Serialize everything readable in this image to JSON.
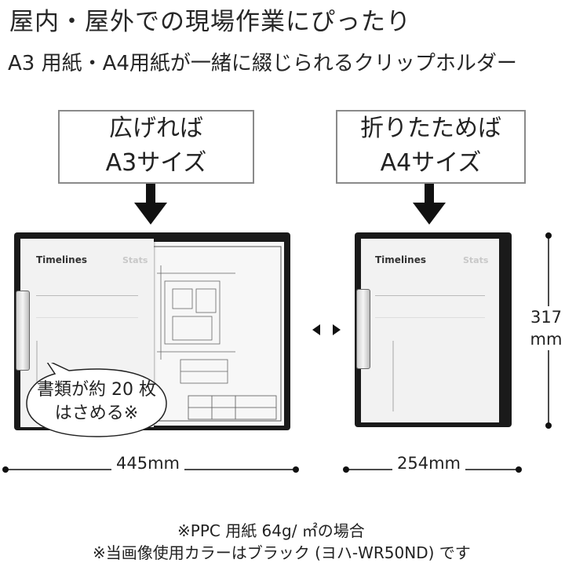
{
  "header": {
    "title": "屋内・屋外での現場作業にぴったり",
    "subtitle": "A3 用紙・A4用紙が一緒に綴じられるクリップホルダー"
  },
  "labels": {
    "left_line1": "広げれば",
    "left_line2": "A3サイズ",
    "right_line1": "折りたためば",
    "right_line2": "A4サイズ"
  },
  "documents": {
    "doc_title": "Timelines",
    "doc_stats": "Stats"
  },
  "callout": {
    "line1": "書類が約 20 枚",
    "line2": "はさめる※"
  },
  "dimensions": {
    "a3_width": "445mm",
    "a4_width": "254mm",
    "height_value": "317",
    "height_unit": "mm"
  },
  "notes": {
    "note1": "※PPC 用紙 64g/ ㎡の場合",
    "note2": "※当画像使用カラーはブラック (ヨハ-WR50ND) です"
  },
  "colors": {
    "board": "#1a1a1a",
    "outline": "#8a8a8a"
  }
}
